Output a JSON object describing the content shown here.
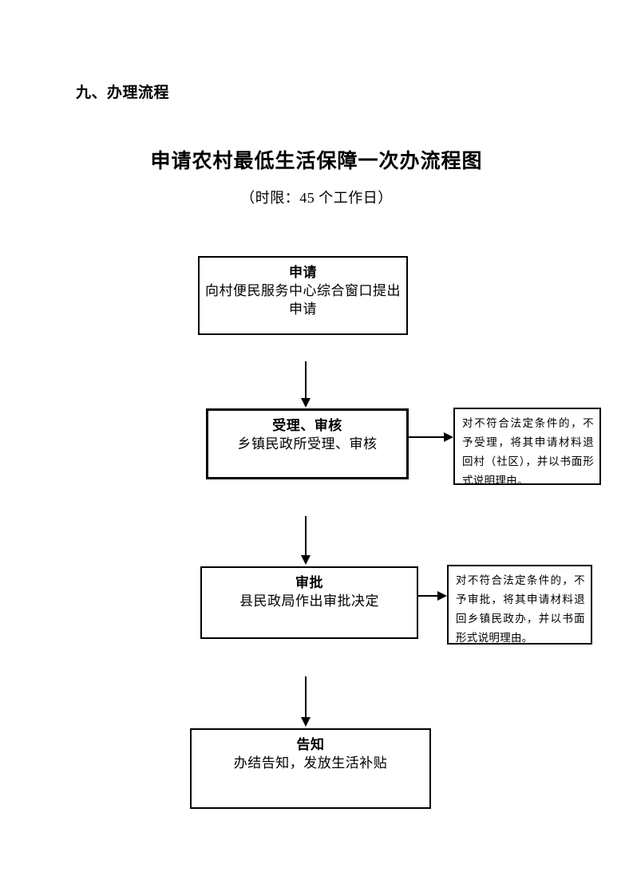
{
  "document": {
    "section_heading": "九、办理流程",
    "chart_title": "申请农村最低生活保障一次办流程图",
    "chart_subtitle": "（时限：45 个工作日）"
  },
  "chart_data": {
    "type": "diagram",
    "title": "申请农村最低生活保障一次办流程图",
    "subtitle": "（时限：45 个工作日）",
    "time_limit_days": 45,
    "nodes": [
      {
        "id": "apply",
        "title": "申请",
        "body": "向村便民服务中心综合窗口提出申请"
      },
      {
        "id": "accept",
        "title": "受理、审核",
        "body": "乡镇民政所受理、审核"
      },
      {
        "id": "approve",
        "title": "审批",
        "body": "县民政局作出审批决定"
      },
      {
        "id": "notify",
        "title": "告知",
        "body": "办结告知，发放生活补贴"
      }
    ],
    "side_notes": [
      {
        "id": "note-accept",
        "from": "accept",
        "text": "对不符合法定条件的，不予受理，将其申请材料退回村（社区），并以书面形式说明理由。"
      },
      {
        "id": "note-approve",
        "from": "approve",
        "text": "对不符合法定条件的，不予审批，将其申请材料退回乡镇民政办，并以书面形式说明理由。"
      }
    ],
    "edges": [
      {
        "from": "apply",
        "to": "accept",
        "direction": "down"
      },
      {
        "from": "accept",
        "to": "note-accept",
        "direction": "right"
      },
      {
        "from": "accept",
        "to": "approve",
        "direction": "down"
      },
      {
        "from": "approve",
        "to": "note-approve",
        "direction": "right"
      },
      {
        "from": "approve",
        "to": "notify",
        "direction": "down"
      }
    ],
    "colors": {
      "background": "#ffffff",
      "text": "#000000",
      "border": "#000000"
    }
  }
}
